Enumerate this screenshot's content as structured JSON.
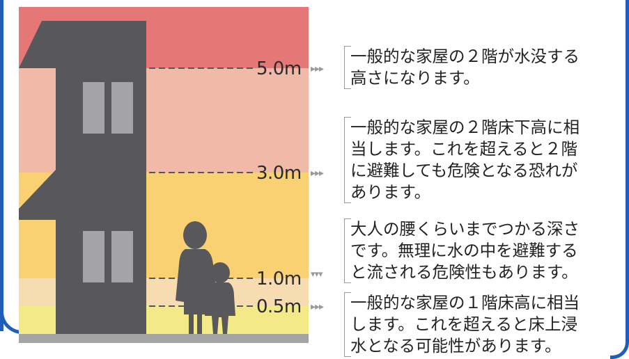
{
  "colors": {
    "band_5m": "#e67777",
    "band_3m": "#f1b9a8",
    "band_1m": "#f9d172",
    "band_05m": "#f6dcb0",
    "band_0m": "#f3e987",
    "building": "#58585a",
    "window": "#a4a4a6",
    "ground": "#a4a4a4",
    "frame": "#1f5fb8"
  },
  "levels": [
    {
      "label": "5.0m",
      "arrow": "▸▸▸"
    },
    {
      "label": "3.0m",
      "arrow": "▸▸▸"
    },
    {
      "label": "1.0m",
      "arrow": "▾▾▾"
    },
    {
      "label": "0.5m",
      "arrow": "▸▸▸"
    }
  ],
  "notes": [
    {
      "lines": [
        "一般的な家屋の２階が水没する",
        "高さになります。"
      ]
    },
    {
      "lines": [
        "一般的な家屋の２階床下高に相",
        "当します。これを超えると２階",
        "に避難しても危険となる恐れが",
        "あります。"
      ]
    },
    {
      "lines": [
        "大人の腰くらいまでつかる深さ",
        "です。無理に水の中を避難する",
        "と流される危険性もあります。"
      ]
    },
    {
      "lines": [
        "一般的な家屋の１階床高に相当",
        "します。これを超えると床上浸",
        "水となる可能性があります。"
      ]
    }
  ]
}
